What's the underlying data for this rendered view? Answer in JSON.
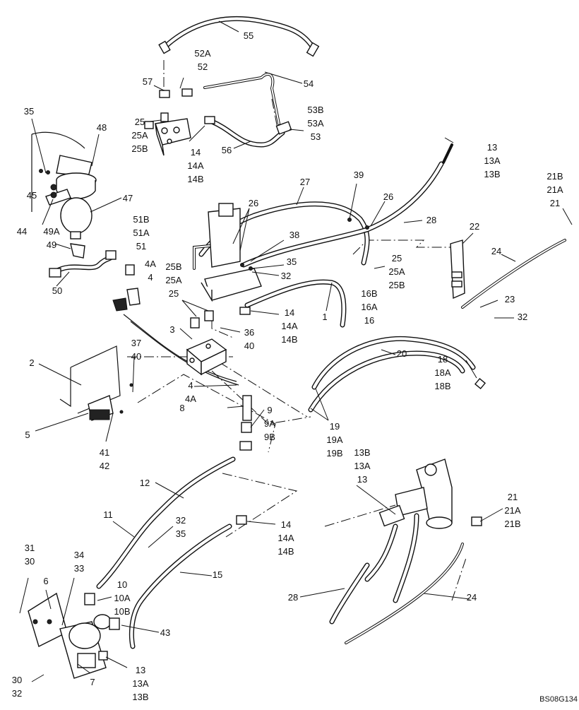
{
  "diagram": {
    "reference_code": "BS08G134",
    "callouts": [
      {
        "id": "c55",
        "lines": [
          "55"
        ]
      },
      {
        "id": "c52",
        "lines": [
          "52A",
          "52"
        ]
      },
      {
        "id": "c57",
        "lines": [
          "57"
        ]
      },
      {
        "id": "c54",
        "lines": [
          "54"
        ]
      },
      {
        "id": "c53",
        "lines": [
          "53B",
          "53A",
          "53"
        ]
      },
      {
        "id": "c25top",
        "lines": [
          "25",
          "25A",
          "25B"
        ]
      },
      {
        "id": "c14top",
        "lines": [
          "14",
          "14A",
          "14B"
        ]
      },
      {
        "id": "c56",
        "lines": [
          "56"
        ]
      },
      {
        "id": "c35top",
        "lines": [
          "35"
        ]
      },
      {
        "id": "c48",
        "lines": [
          "48"
        ]
      },
      {
        "id": "c45",
        "lines": [
          "45"
        ]
      },
      {
        "id": "c47",
        "lines": [
          "47"
        ]
      },
      {
        "id": "c44",
        "lines": [
          "44"
        ]
      },
      {
        "id": "c49",
        "lines": [
          "49A",
          "49"
        ]
      },
      {
        "id": "c50",
        "lines": [
          "50"
        ]
      },
      {
        "id": "c51",
        "lines": [
          "51B",
          "51A",
          "51"
        ]
      },
      {
        "id": "c4top",
        "lines": [
          "4A",
          "4"
        ]
      },
      {
        "id": "c13top",
        "lines": [
          "13",
          "13A",
          "13B"
        ]
      },
      {
        "id": "c39",
        "lines": [
          "39"
        ]
      },
      {
        "id": "c27",
        "lines": [
          "27"
        ]
      },
      {
        "id": "c26a",
        "lines": [
          "26"
        ]
      },
      {
        "id": "c26b",
        "lines": [
          "26"
        ]
      },
      {
        "id": "c28top",
        "lines": [
          "28"
        ]
      },
      {
        "id": "c21top",
        "lines": [
          "21B",
          "21A",
          "21"
        ]
      },
      {
        "id": "c22",
        "lines": [
          "22"
        ]
      },
      {
        "id": "c38",
        "lines": [
          "38"
        ]
      },
      {
        "id": "c35mid",
        "lines": [
          "35"
        ]
      },
      {
        "id": "c32mid",
        "lines": [
          "32"
        ]
      },
      {
        "id": "c25left",
        "lines": [
          "25B",
          "25A",
          "25"
        ]
      },
      {
        "id": "c25right",
        "lines": [
          "25",
          "25A",
          "25B"
        ]
      },
      {
        "id": "c24top",
        "lines": [
          "24"
        ]
      },
      {
        "id": "c23",
        "lines": [
          "23"
        ]
      },
      {
        "id": "c32right",
        "lines": [
          "32"
        ]
      },
      {
        "id": "c16",
        "lines": [
          "16B",
          "16A",
          "16"
        ]
      },
      {
        "id": "c1",
        "lines": [
          "1"
        ]
      },
      {
        "id": "c14mid",
        "lines": [
          "14",
          "14A",
          "14B"
        ]
      },
      {
        "id": "c3",
        "lines": [
          "3"
        ]
      },
      {
        "id": "c36",
        "lines": [
          "36",
          "40"
        ]
      },
      {
        "id": "c37",
        "lines": [
          "37",
          "40"
        ]
      },
      {
        "id": "c2",
        "lines": [
          "2"
        ]
      },
      {
        "id": "c20",
        "lines": [
          "20"
        ]
      },
      {
        "id": "c18",
        "lines": [
          "18",
          "18A",
          "18B"
        ]
      },
      {
        "id": "c4mid",
        "lines": [
          "4",
          "4A"
        ]
      },
      {
        "id": "c8",
        "lines": [
          "8"
        ]
      },
      {
        "id": "c9",
        "lines": [
          "9",
          "9A",
          "9B"
        ]
      },
      {
        "id": "c5",
        "lines": [
          "5"
        ]
      },
      {
        "id": "c41",
        "lines": [
          "41",
          "42"
        ]
      },
      {
        "id": "c19",
        "lines": [
          "19",
          "19A",
          "19B"
        ]
      },
      {
        "id": "c13right",
        "lines": [
          "13B",
          "13A",
          "13"
        ]
      },
      {
        "id": "c12",
        "lines": [
          "12"
        ]
      },
      {
        "id": "c11",
        "lines": [
          "11"
        ]
      },
      {
        "id": "c32low",
        "lines": [
          "32",
          "35"
        ]
      },
      {
        "id": "c14low",
        "lines": [
          "14",
          "14A",
          "14B"
        ]
      },
      {
        "id": "c21low",
        "lines": [
          "21",
          "21A",
          "21B"
        ]
      },
      {
        "id": "c15",
        "lines": [
          "15"
        ]
      },
      {
        "id": "c31",
        "lines": [
          "31",
          "30"
        ]
      },
      {
        "id": "c34",
        "lines": [
          "34",
          "33"
        ]
      },
      {
        "id": "c6",
        "lines": [
          "6"
        ]
      },
      {
        "id": "c10",
        "lines": [
          "10",
          "10A",
          "10B"
        ]
      },
      {
        "id": "c28low",
        "lines": [
          "28"
        ]
      },
      {
        "id": "c24low",
        "lines": [
          "24"
        ]
      },
      {
        "id": "c43",
        "lines": [
          "43"
        ]
      },
      {
        "id": "c7",
        "lines": [
          "7"
        ]
      },
      {
        "id": "c13low",
        "lines": [
          "13",
          "13A",
          "13B"
        ]
      },
      {
        "id": "c30",
        "lines": [
          "30",
          "32"
        ]
      }
    ]
  }
}
